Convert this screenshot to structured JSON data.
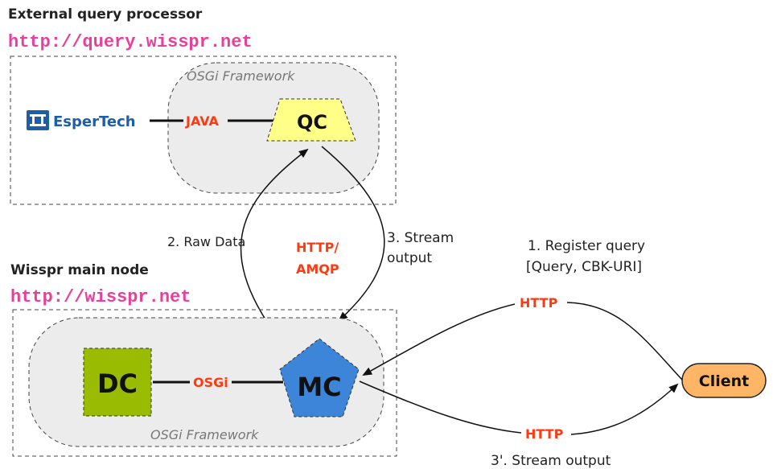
{
  "top_node": {
    "title": "External query processor",
    "url": "http://query.wisspr.net",
    "framework_label": "OSGi Framework",
    "espertech_label": "EsperTech",
    "java_label": "JAVA",
    "qc_label": "QC"
  },
  "main_node": {
    "title": "Wisspr main node",
    "url": "http://wisspr.net",
    "framework_label": "OSGi Framework",
    "dc_label": "DC",
    "osgi_label": "OSGi",
    "mc_label": "MC"
  },
  "client": {
    "label": "Client"
  },
  "links": {
    "raw_data": "2. Raw Data",
    "protocol_line1": "HTTP/",
    "protocol_line2": "AMQP",
    "stream_line1": "3. Stream",
    "stream_line2": "output",
    "register_line1": "1. Register query",
    "register_line2": "[Query, CBK-URI]",
    "http_register": "HTTP",
    "http_stream": "HTTP",
    "stream_output_alt": "3'. Stream output"
  },
  "colors": {
    "label_red": "#ff3a10",
    "url_pink": "#e8409a",
    "qc_fill": "#ffff88",
    "dc_fill": "#99bb00",
    "mc_fill": "#3d85d8",
    "client_fill": "#ffb566",
    "framework_fill": "#ececec"
  }
}
